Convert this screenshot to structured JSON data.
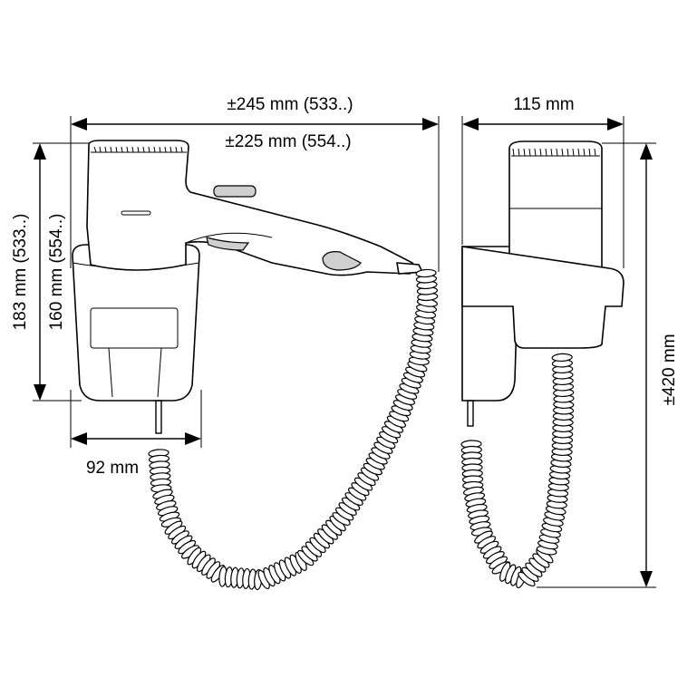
{
  "front_view": {
    "width_total_label": "±245 mm (533..)",
    "width_alt_label": "±225 mm (554..)",
    "height_total_label": "183 mm (533..)",
    "height_alt_label": "160 mm (554..)",
    "base_width_label": "92 mm"
  },
  "side_view": {
    "depth_label": "115 mm",
    "total_height_label": "±420 mm"
  }
}
